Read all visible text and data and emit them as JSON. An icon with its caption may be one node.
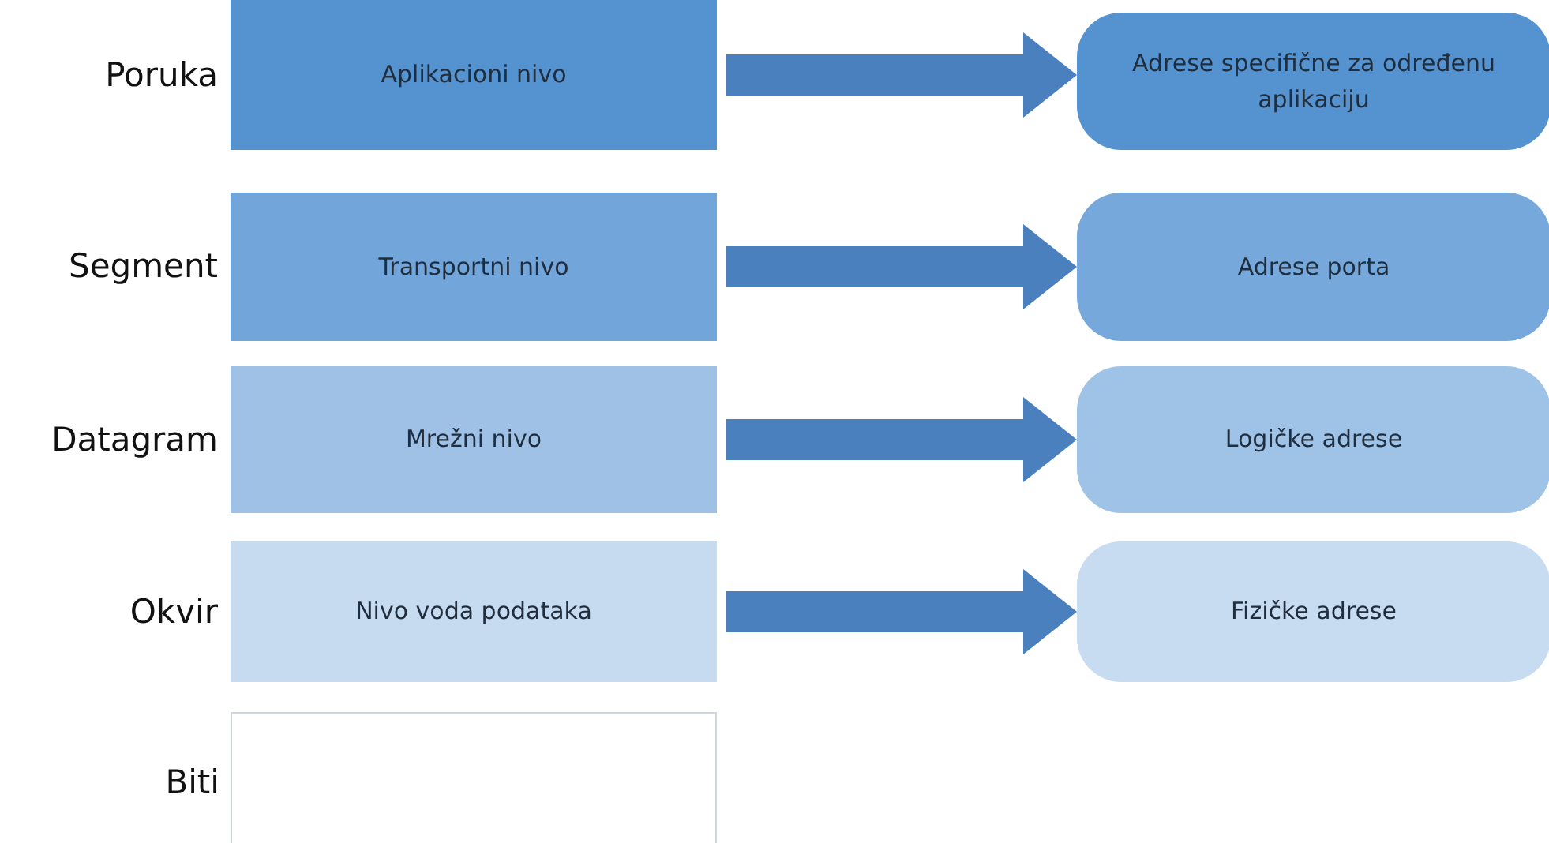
{
  "diagram": {
    "nodes": [
      {
        "text": [
          "Aplikacioni nivo"
        ],
        "beside": [
          "Poruka"
        ]
      },
      {
        "text": [
          "Adrese specifične za određenu aplikaciju"
        ]
      },
      {
        "text": [
          "Transportni nivo"
        ],
        "beside": [
          "Segment"
        ]
      },
      {
        "text": [
          "Adrese porta"
        ]
      },
      {
        "text": [
          "Mrežni nivo"
        ],
        "beside": [
          "Datagram"
        ]
      },
      {
        "text": [
          "Logičke adrese"
        ]
      },
      {
        "text": [
          "Nivo voda podataka"
        ],
        "beside": [
          "Okvir"
        ]
      },
      {
        "text": [
          "Fizičke adrese"
        ]
      },
      {
        "text": [],
        "shape": "box",
        "beside": [
          "Biti"
        ]
      }
    ],
    "edges": [
      {
        "from": 0,
        "to": 1,
        "arrow": "to"
      },
      {
        "from": 2,
        "to": 3,
        "arrow": "to"
      },
      {
        "from": 4,
        "to": 5,
        "arrow": "to"
      },
      {
        "from": 6,
        "to": 7,
        "arrow": "to"
      }
    ]
  }
}
